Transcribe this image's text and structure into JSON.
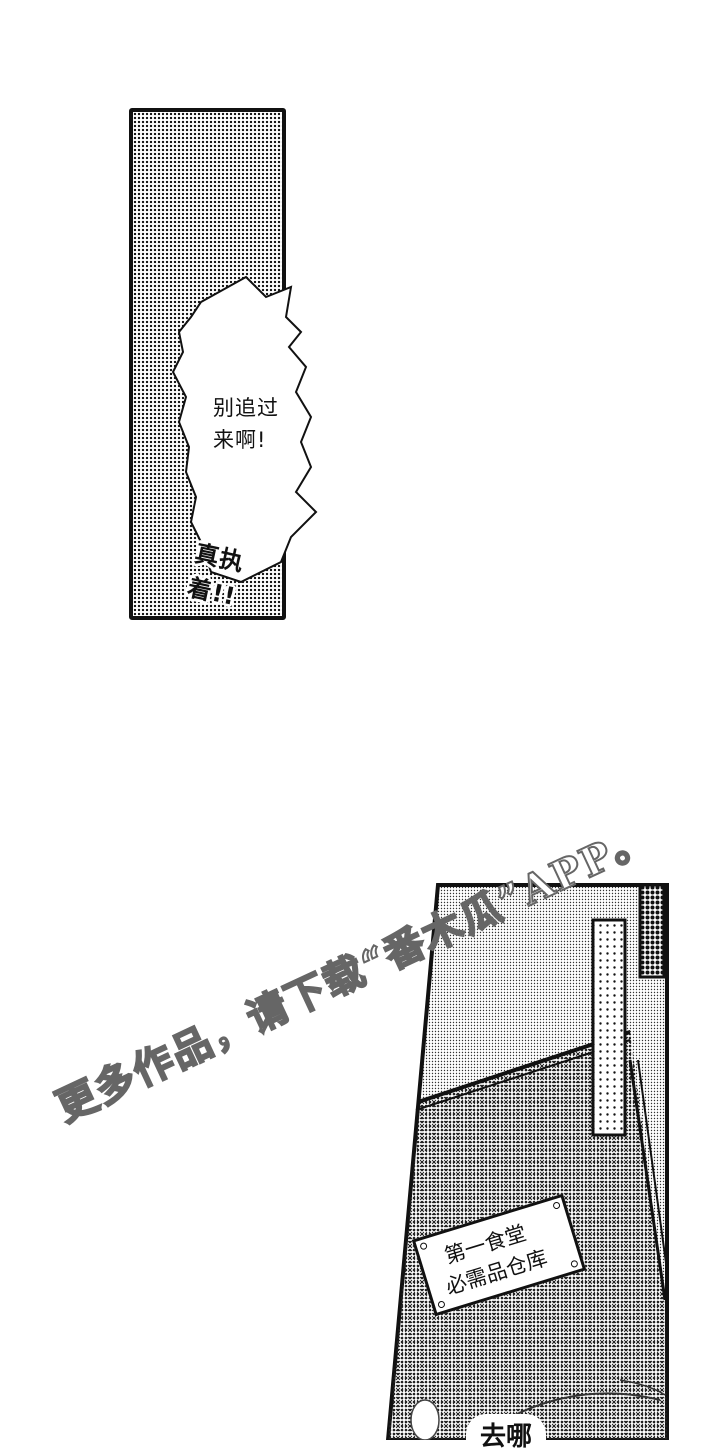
{
  "panel_top": {
    "speech_bubble": {
      "line1": "别追过",
      "line2": "来啊!"
    },
    "sound_effect": "真执着!!"
  },
  "watermark": {
    "text": "更多作品，请下载“番木瓜”APP。"
  },
  "panel_bottom": {
    "door_sign": {
      "line1": "第一食堂",
      "line2": "必需品仓库"
    },
    "partial_bubble": "去哪"
  },
  "colors": {
    "ink": "#111111",
    "paper": "#ffffff",
    "watermark_outline": "#666666"
  }
}
